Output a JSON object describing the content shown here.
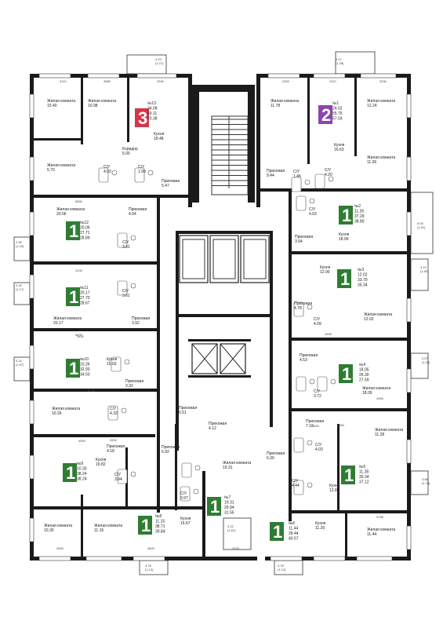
{
  "colors": {
    "wall": "#1a1a1a",
    "studio": "#2e7d32",
    "two_room": "#8e44ad",
    "three_room": "#d6354a"
  },
  "apartments": [
    {
      "no": "№13",
      "rooms": "3",
      "areas": [
        "34.08",
        "69.11",
        "70.38"
      ],
      "color": "#d6354a"
    },
    {
      "no": "№1",
      "rooms": "2",
      "areas": [
        "24.02",
        "55.75",
        "57.03"
      ],
      "color": "#8e44ad"
    },
    {
      "no": "№2",
      "rooms": "1",
      "areas": [
        "11.26",
        "37.29",
        "38.80"
      ],
      "color": "#2e7d32"
    },
    {
      "no": "№12",
      "rooms": "1",
      "areas": [
        "20.06",
        "27.71",
        "28.89"
      ],
      "color": "#2e7d32"
    },
    {
      "no": "№3",
      "rooms": "1",
      "areas": [
        "12.02",
        "33.79",
        "35.34"
      ],
      "color": "#2e7d32"
    },
    {
      "no": "№11",
      "rooms": "1",
      "areas": [
        "20.17",
        "27.70",
        "28.67"
      ],
      "color": "#2e7d32"
    },
    {
      "no": "№10",
      "rooms": "1",
      "areas": [
        "10.26",
        "32.93",
        "34.50"
      ],
      "color": "#2e7d32"
    },
    {
      "no": "№4",
      "rooms": "1",
      "areas": [
        "18.05",
        "26.30",
        "27.59"
      ],
      "color": "#2e7d32"
    },
    {
      "no": "№9",
      "rooms": "1",
      "areas": [
        "10.30",
        "38.24",
        "38.24"
      ],
      "color": "#2e7d32"
    },
    {
      "no": "№5",
      "rooms": "1",
      "areas": [
        "11.28",
        "35.34",
        "37.12"
      ],
      "color": "#2e7d32"
    },
    {
      "no": "№7",
      "rooms": "1",
      "areas": [
        "19.31",
        "29.94",
        "31.55"
      ],
      "color": "#2e7d32"
    },
    {
      "no": "№8",
      "rooms": "1",
      "areas": [
        "11.15",
        "38.71",
        "39.84"
      ],
      "color": "#2e7d32"
    },
    {
      "no": "№6",
      "rooms": "1",
      "areas": [
        "11.44",
        "39.44",
        "40.57"
      ],
      "color": "#2e7d32"
    }
  ],
  "rooms": [
    {
      "name": "Жилая комната",
      "area": "15.40"
    },
    {
      "name": "Жилая комната",
      "area": "10.98"
    },
    {
      "name": "Кухня",
      "area": "18.48"
    },
    {
      "name": "Коридор",
      "area": "5.06"
    },
    {
      "name": "Жилая комната",
      "area": "5.70"
    },
    {
      "name": "С/У",
      "area": "4.03"
    },
    {
      "name": "С/У",
      "area": "1.99"
    },
    {
      "name": "Прихожая",
      "area": "5.47"
    },
    {
      "name": "Жилая комната",
      "area": "11.78"
    },
    {
      "name": "Жилая комната",
      "area": "12.24"
    },
    {
      "name": "Кухня",
      "area": "16.63"
    },
    {
      "name": "Жилая комната",
      "area": "11.26"
    },
    {
      "name": "Прихожая",
      "area": "9.44"
    },
    {
      "name": "С/У",
      "area": "1.46"
    },
    {
      "name": "С/У",
      "area": "4.20"
    },
    {
      "name": "Жилая комната",
      "area": "20.06"
    },
    {
      "name": "Прихожая",
      "area": "4.04"
    },
    {
      "name": "С/У",
      "area": "4.03"
    },
    {
      "name": "Кухня",
      "area": "18.06"
    },
    {
      "name": "Прихожая",
      "area": "3.94"
    },
    {
      "name": "С/У",
      "area": "3.61"
    },
    {
      "name": "Кухня",
      "area": "12.90"
    },
    {
      "name": "Прихожая",
      "area": "4.78"
    },
    {
      "name": "С/У",
      "area": "3.61"
    },
    {
      "name": "Жилая комната",
      "area": "20.17"
    },
    {
      "name": "Прихожая",
      "area": "3.92"
    },
    {
      "name": "С/У",
      "area": "4.09"
    },
    {
      "name": "Жилая комната",
      "area": "12.02"
    },
    {
      "name": "Кухня",
      "area": "15.03"
    },
    {
      "name": "Прихожая",
      "area": "4.53"
    },
    {
      "name": "Прихожая",
      "area": "3.32"
    },
    {
      "name": "Жилая комната",
      "area": "18.05"
    },
    {
      "name": "С/У",
      "area": "3.72"
    },
    {
      "name": "Жилая комната",
      "area": "10.26"
    },
    {
      "name": "С/У",
      "area": "4.32"
    },
    {
      "name": "Прихожая",
      "area": "6.51"
    },
    {
      "name": "Прихожая",
      "area": "4.12"
    },
    {
      "name": "Прихожая",
      "area": "7.16"
    },
    {
      "name": "Жилая комната",
      "area": "11.28"
    },
    {
      "name": "Прихожая",
      "area": "4.18"
    },
    {
      "name": "Прихожая",
      "area": "6.92"
    },
    {
      "name": "С/У",
      "area": "4.03"
    },
    {
      "name": "Кухня",
      "area": "19.82"
    },
    {
      "name": "С/У",
      "area": "3.94"
    },
    {
      "name": "Жилая комната",
      "area": "19.31"
    },
    {
      "name": "Прихожая",
      "area": "6.30"
    },
    {
      "name": "С/У",
      "area": "4.44"
    },
    {
      "name": "Кухня",
      "area": "12.87"
    },
    {
      "name": "С/У",
      "area": "3.97"
    },
    {
      "name": "Жилая комната",
      "area": "10.30"
    },
    {
      "name": "Жилая комната",
      "area": "11.15"
    },
    {
      "name": "Кухня",
      "area": "16.67"
    },
    {
      "name": "Кухня",
      "area": "11.26"
    },
    {
      "name": "Жилая комната",
      "area": "11.44"
    }
  ],
  "balconies": [
    {
      "dims": "4.23",
      "area": "(1.27)"
    },
    {
      "dims": "4.27",
      "area": "(1.28)"
    },
    {
      "dims": "5.03",
      "area": "(1.51)"
    },
    {
      "dims": "2.35",
      "area": "(1.18)"
    },
    {
      "dims": "3.10",
      "area": "(1.55)"
    },
    {
      "dims": "2.33",
      "area": "(1.17)"
    },
    {
      "dims": "3.14",
      "area": "(1.57)"
    },
    {
      "dims": "2.57",
      "area": "(1.29)"
    },
    {
      "dims": "3.56",
      "area": "(1.78)"
    },
    {
      "dims": "3.22",
      "area": "(1.61)"
    },
    {
      "dims": "3.78",
      "area": "(1.13)"
    },
    {
      "dims": "3.78",
      "area": "(1.13)"
    }
  ],
  "dims": [
    "3110",
    "2880",
    "3390",
    "2920",
    "3110",
    "3290",
    "5650",
    "3130",
    "5630",
    "3440",
    "4900",
    "4590",
    "3140",
    "3660",
    "3300",
    "4900",
    "2800",
    "3320",
    "4820",
    "3785",
    "4950"
  ]
}
